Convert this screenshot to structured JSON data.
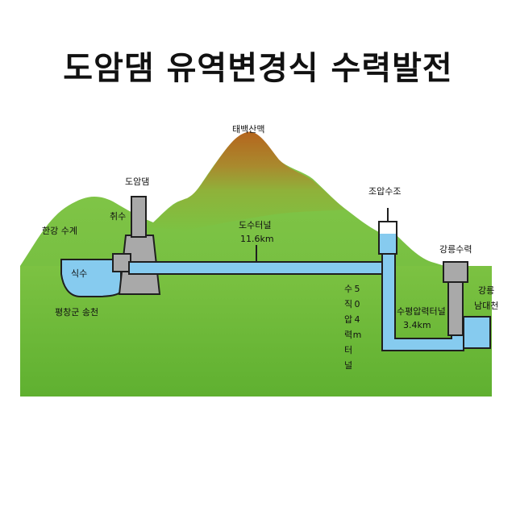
{
  "title": "도암댐 유역변경식 수력발전",
  "labels": {
    "mountain": "태백산맥",
    "dam": "도암댐",
    "intake": "취수",
    "han_river": "한강 수계",
    "reservoir": "식수",
    "pyeongchang": "평창군 송천",
    "tunnel_name": "도수터널",
    "tunnel_length": "11.6km",
    "surge_tank": "조압수조",
    "power_plant": "강릉수력",
    "gangneung": "강릉",
    "namdaecheon": "남대천",
    "penstock_name": "수평압력터널",
    "penstock_length": "3.4km"
  },
  "vertical_text": {
    "left_chars": [
      "수",
      "직",
      "압",
      "력",
      "터",
      "널"
    ],
    "right_chars": [
      "5",
      "0",
      "4",
      "m"
    ]
  },
  "colors": {
    "water": "#86cbef",
    "water_outline": "#1f1f1f",
    "ground": "#7dc242",
    "mountain_peak": "#b5651d",
    "structure": "#a9a9a9"
  }
}
